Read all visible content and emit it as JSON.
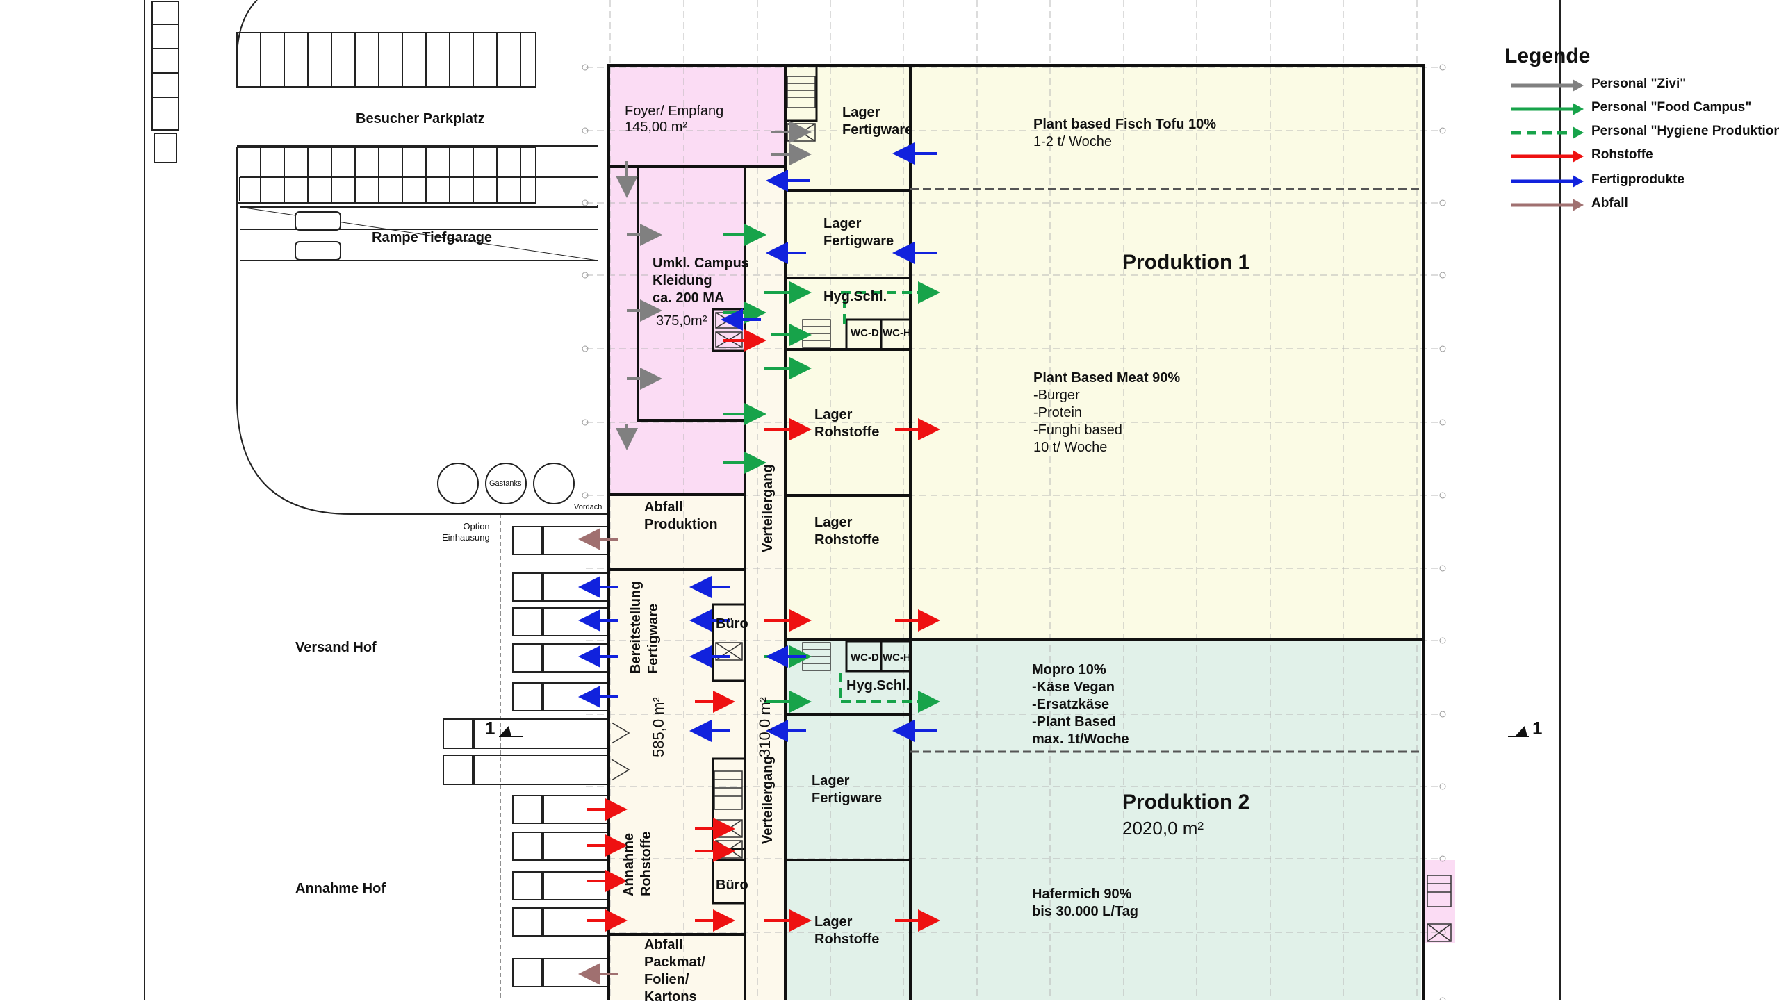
{
  "legend": {
    "title": "Legende",
    "items": [
      {
        "label": "Personal \"Zivi\"",
        "color": "#808080",
        "style": "solid"
      },
      {
        "label": "Personal \"Food Campus\"",
        "color": "#17a34a",
        "style": "solid"
      },
      {
        "label": "Personal \"Hygiene Produktion\"",
        "color": "#17a34a",
        "style": "dashed"
      },
      {
        "label": "Rohstoffe",
        "color": "#ee1111",
        "style": "solid"
      },
      {
        "label": "Fertigprodukte",
        "color": "#1122dd",
        "style": "solid"
      },
      {
        "label": "Abfall",
        "color": "#a07070",
        "style": "solid"
      }
    ]
  },
  "colors": {
    "pink": "#fbdcf4",
    "yellow": "#fbfbe5",
    "green": "#e1f1e9",
    "cream": "#fdf9ec",
    "wall": "#111111"
  },
  "site": {
    "besucher_parkplatz": "Besucher Parkplatz",
    "rampe_tiefgarage": "Rampe Tiefgarage",
    "gastanks": "Gastanks",
    "vordach": "Vordach",
    "option_einhausung": "Option\nEinhausung",
    "versand_hof": "Versand Hof",
    "annahme_hof": "Annahme Hof",
    "section_mark": "1"
  },
  "rooms": {
    "foyer": {
      "name": "Foyer/ Empfang",
      "area": "145,00 m²"
    },
    "umkleide": {
      "name": "Umkl. Campus\nKleidung\nca. 200 MA",
      "area": "375,0m²"
    },
    "lager_fertigware": "Lager\nFertigware",
    "lager_rohstoffe": "Lager\nRohstoffe",
    "hyg_schl": "Hyg.Schl.",
    "wc_d": "WC-D",
    "wc_h": "WC-H",
    "abfall_produktion": "Abfall\nProduktion",
    "verteilergang": "Verteilergang",
    "verteilergang_area": "310,0 m²",
    "bereitstellung": "Bereitstellung\nFertigware",
    "bereitstellung_area": "585,0 m²",
    "annahme_rohstoffe": "Annahme\nRohstoffe",
    "buero": "Büro",
    "abfall_packmat": "Abfall\nPackmat/\nFolien/\nKartons"
  },
  "production": {
    "p1_title": "Produktion 1",
    "p1_fisch": "Plant based Fisch Tofu 10%",
    "p1_fisch_qty": "1-2 t/ Woche",
    "p1_meat": "Plant Based Meat 90%",
    "p1_meat_items": "-Burger\n-Protein\n-Funghi based\n10 t/ Woche",
    "p2_title": "Produktion 2",
    "p2_area": "2020,0 m²",
    "p2_mopro": "Mopro 10%\n-Käse Vegan\n-Ersatzkäse\n-Plant Based\nmax. 1t/Woche",
    "p2_hafer": "Hafermich 90%\nbis 30.000 L/Tag"
  }
}
